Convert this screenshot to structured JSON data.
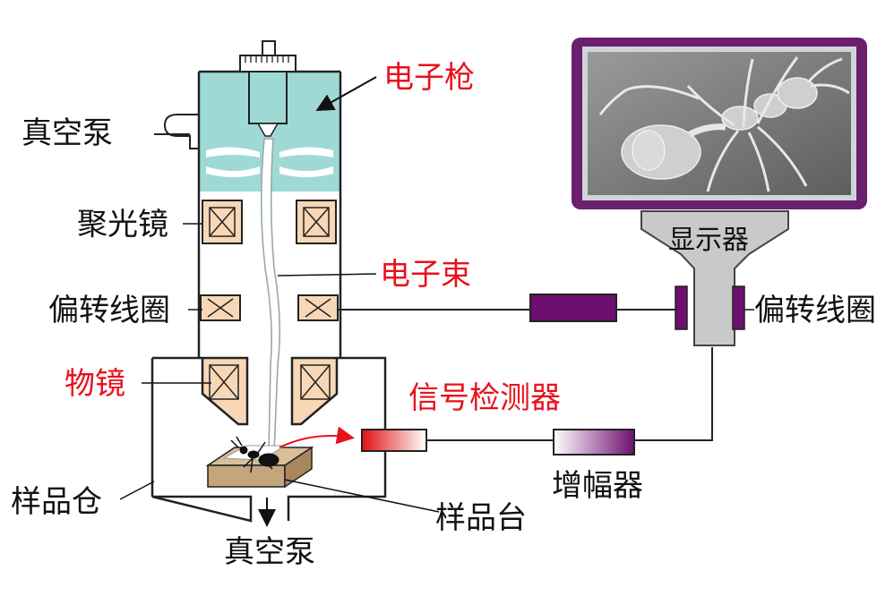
{
  "labels": {
    "electron_gun": "电子枪",
    "vacuum_pump_left": "真空泵",
    "condenser_lens": "聚光镜",
    "electron_beam": "电子束",
    "deflection_coil_left": "偏转线圈",
    "deflection_coil_right": "偏转线圈",
    "objective_lens": "物镜",
    "signal_detector": "信号检测器",
    "sample_chamber": "样品仓",
    "sample_stage": "样品台",
    "vacuum_pump_bottom": "真空泵",
    "amplifier": "增幅器",
    "display": "显示器"
  },
  "colors": {
    "highlight_label": "#e8111b",
    "gun_chamber": "#9fd9d6",
    "coil_fill": "#f7d7b5",
    "monitor_frame": "#6b1f6f",
    "deflection_block": "#6e0f6f",
    "sample_stage": "#c4a57c"
  }
}
